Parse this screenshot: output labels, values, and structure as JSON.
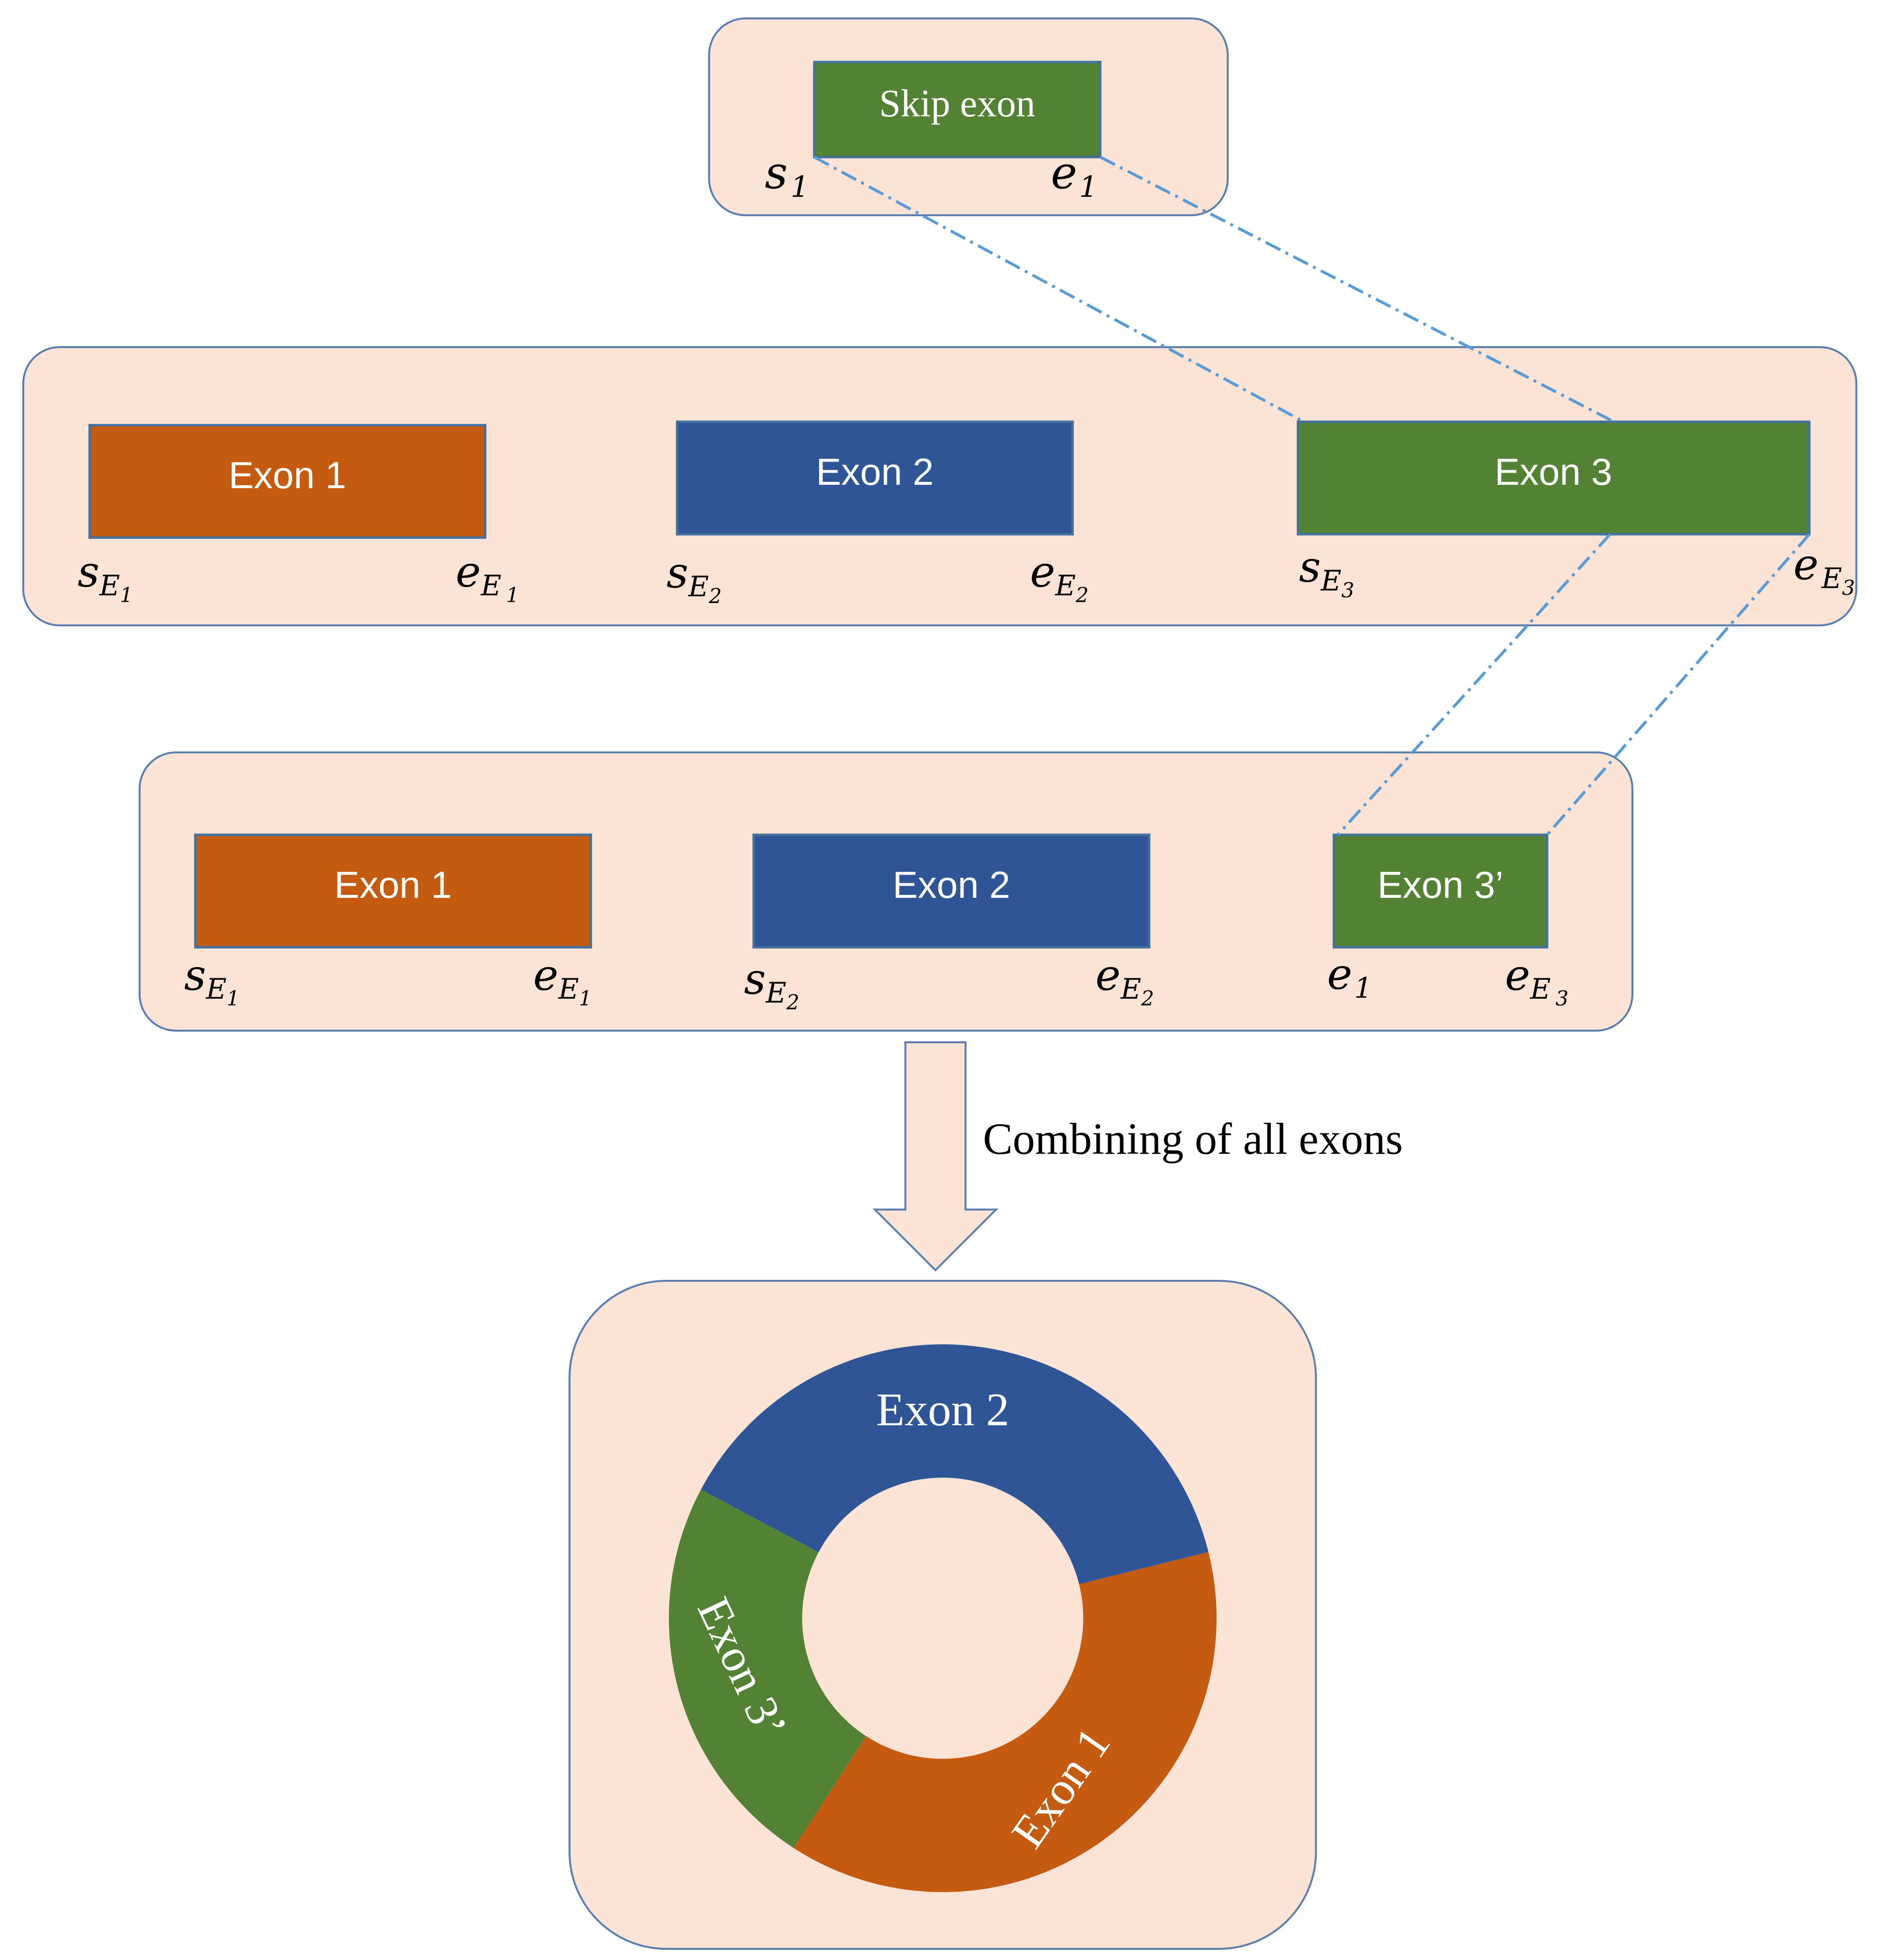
{
  "colors": {
    "panel_fill": "#fbe4d6",
    "panel_stroke": "#5b7fb0",
    "orange": "#c55a11",
    "blue": "#2f5597",
    "green": "#548235",
    "connector": "#5b9bd5",
    "label_white": "#ffffff",
    "label_black": "#000000"
  },
  "skip_panel": {
    "box_label": "Skip exon",
    "start_label": {
      "base": "s",
      "sub": "1"
    },
    "end_label": {
      "base": "e",
      "sub": "1"
    }
  },
  "original_panel": {
    "exons": [
      {
        "label": "Exon 1",
        "color": "#c55a11",
        "start": {
          "base": "s",
          "sub": "E",
          "subsub": "1"
        },
        "end": {
          "base": "e",
          "sub": "E",
          "subsub": "1"
        }
      },
      {
        "label": "Exon 2",
        "color": "#2f5597",
        "start": {
          "base": "s",
          "sub": "E",
          "subsub": "2"
        },
        "end": {
          "base": "e",
          "sub": "E",
          "subsub": "2"
        }
      },
      {
        "label": "Exon 3",
        "color": "#548235",
        "start": {
          "base": "s",
          "sub": "E",
          "subsub": "3"
        },
        "end": {
          "base": "e",
          "sub": "E",
          "subsub": "3"
        }
      }
    ]
  },
  "spliced_panel": {
    "exons": [
      {
        "label": "Exon 1",
        "color": "#c55a11",
        "start": {
          "base": "s",
          "sub": "E",
          "subsub": "1"
        },
        "end": {
          "base": "e",
          "sub": "E",
          "subsub": "1"
        }
      },
      {
        "label": "Exon 2",
        "color": "#2f5597",
        "start": {
          "base": "s",
          "sub": "E",
          "subsub": "2"
        },
        "end": {
          "base": "e",
          "sub": "E",
          "subsub": "2"
        }
      },
      {
        "label": "Exon 3’",
        "color": "#548235",
        "start": {
          "base": "e",
          "sub": "1",
          "subsub": ""
        },
        "end": {
          "base": "e",
          "sub": "E",
          "subsub": "3"
        }
      }
    ]
  },
  "arrow": {
    "label": "Combining of all exons"
  },
  "circular_panel": {
    "segments": [
      {
        "label": "Exon 2",
        "color": "#2f5597"
      },
      {
        "label": "Exon 1",
        "color": "#c55a11"
      },
      {
        "label": "Exon 3’",
        "color": "#548235"
      }
    ]
  }
}
